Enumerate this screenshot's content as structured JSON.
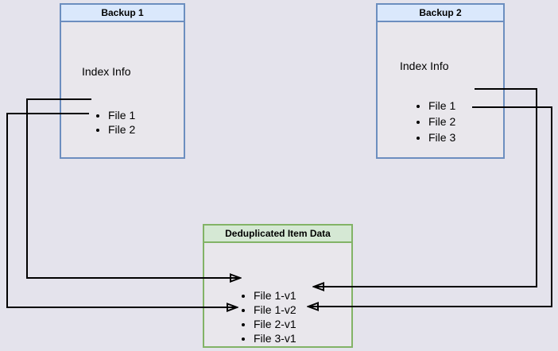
{
  "theme": {
    "page-bg": "#e4e3ec",
    "box-fill": "#e9e7ec",
    "blue-border": "#6c8ebf",
    "blue-header-fill": "#dae8fc",
    "green-border": "#82b366",
    "green-header-fill": "#d5e8d4",
    "line-color": "#000000",
    "text-color": "#000000"
  },
  "backup1": {
    "title": "Backup 1",
    "section_label": "Index Info",
    "files": [
      "File 1",
      "File 2"
    ]
  },
  "backup2": {
    "title": "Backup 2",
    "section_label": "Index Info",
    "files": [
      "File 1",
      "File 2",
      "File 3"
    ]
  },
  "dedup": {
    "title": "Deduplicated Item Data",
    "items": [
      "File 1-v1",
      "File 1-v2",
      "File 2-v1",
      "File 3-v1"
    ]
  },
  "connections": [
    {
      "from": "Backup 1 / File 1",
      "to": "File 1-v1"
    },
    {
      "from": "Backup 1 / File 2",
      "to": "File 2-v1"
    },
    {
      "from": "Backup 2 / File 1",
      "to": "File 1-v2"
    },
    {
      "from": "Backup 2 / File 2",
      "to": "File 2-v1"
    }
  ]
}
